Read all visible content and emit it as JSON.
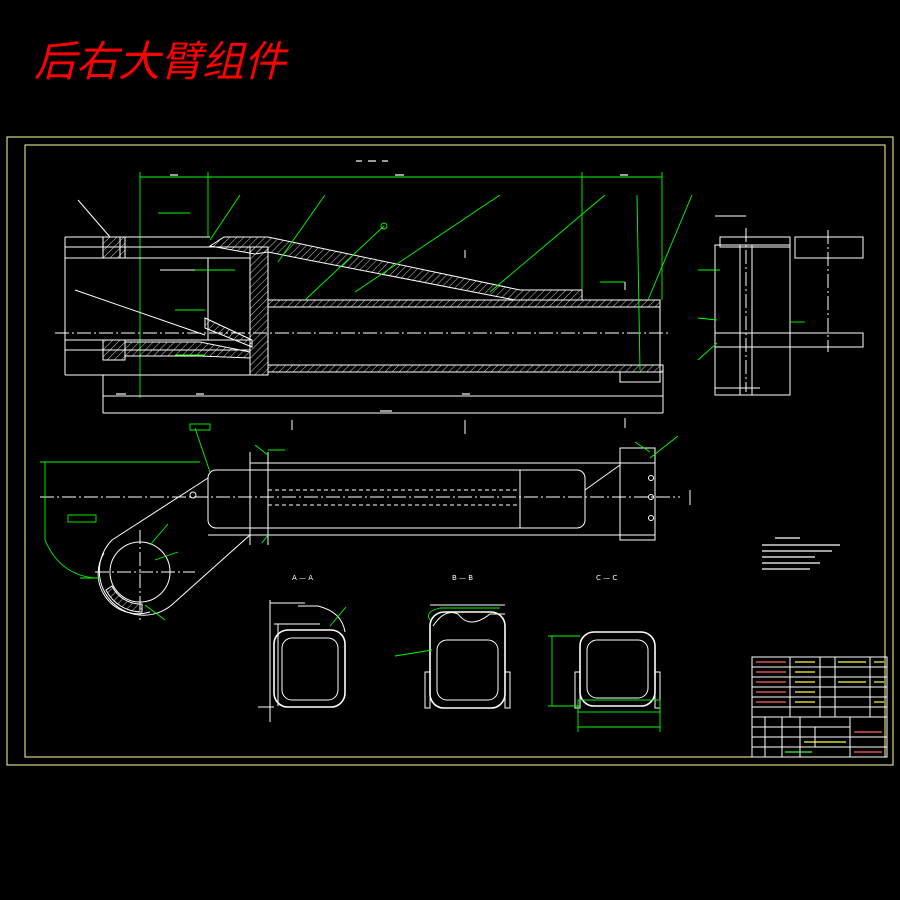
{
  "title": "后右大臂组件",
  "section_views": {
    "a_a": "A — A",
    "b_b": "B — B",
    "c_c": "C — C"
  },
  "colors": {
    "background": "#000000",
    "title": "#ff0000",
    "frame": "#ffff99",
    "outline": "#ffffff",
    "leader": "#00ff00"
  }
}
